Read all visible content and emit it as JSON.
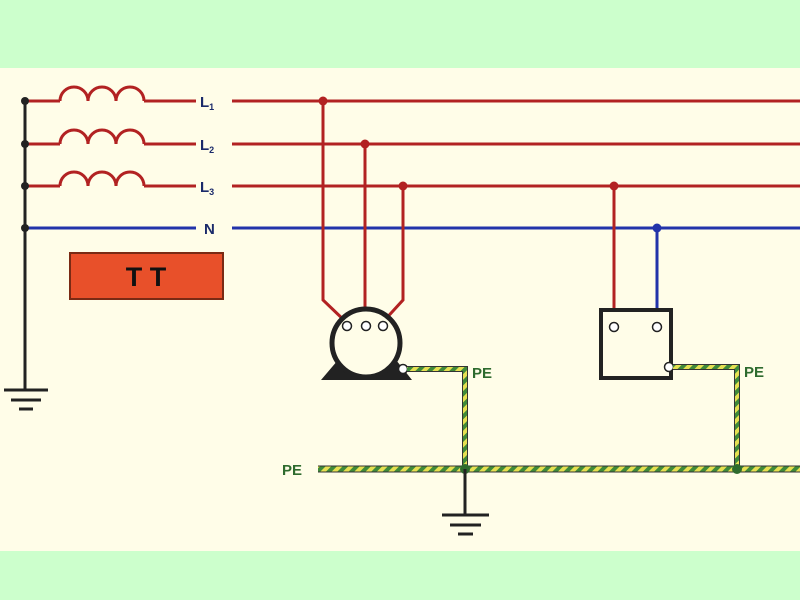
{
  "labels": {
    "l1": "L",
    "l1_sub": "1",
    "l2": "L",
    "l2_sub": "2",
    "l3": "L",
    "l3_sub": "3",
    "n": "N",
    "system": "T T",
    "pe_motor": "PE",
    "pe_box": "PE",
    "pe_bus": "PE"
  },
  "colors": {
    "page_background": "#ccffcc",
    "panel_background": "#fffde8",
    "phase_conductor": "#b22222",
    "neutral_conductor": "#2233aa",
    "earth_conductor": "#222222",
    "pe_stripe_yellow": "#e6e052",
    "pe_stripe_green": "#3f8a3a",
    "label_text": "#1a2a6a",
    "pe_label_text": "#2e6b2e",
    "system_box_fill": "#e8502a",
    "system_box_text": "#111111"
  },
  "icons": [
    "transformer-winding-icon",
    "ground-symbol-icon",
    "motor-icon",
    "equipment-box-icon"
  ]
}
